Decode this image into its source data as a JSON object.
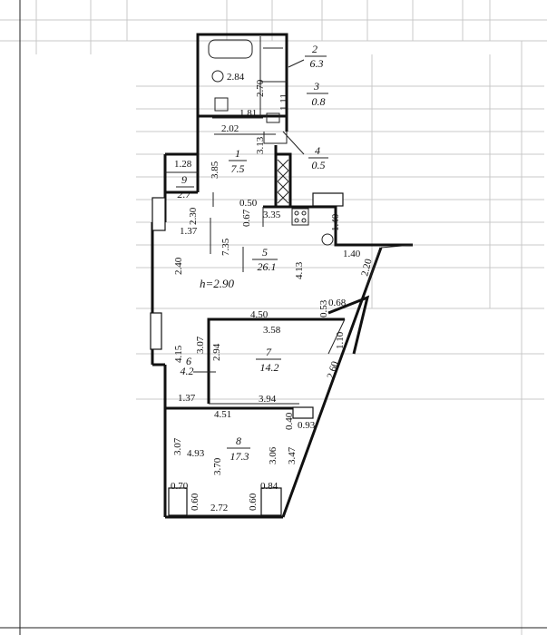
{
  "plan": {
    "ceiling_height": "h=2.90",
    "rooms": [
      {
        "id": "room-2",
        "number": "2",
        "area": "6.3"
      },
      {
        "id": "room-3",
        "number": "3",
        "area": "0.8"
      },
      {
        "id": "room-1",
        "number": "1",
        "area": "7.5"
      },
      {
        "id": "room-4",
        "number": "4",
        "area": "0.5"
      },
      {
        "id": "room-9",
        "number": "9",
        "area": "2.7"
      },
      {
        "id": "room-5",
        "number": "5",
        "area": "26.1"
      },
      {
        "id": "room-6",
        "number": "6",
        "area": "4.2"
      },
      {
        "id": "room-7",
        "number": "7",
        "area": "14.2"
      },
      {
        "id": "room-8",
        "number": "8",
        "area": "17.3"
      }
    ],
    "dimensions": [
      "2.84",
      "2.70",
      "1.11",
      "1.81",
      "2.02",
      "3.13",
      "3.85",
      "1.28",
      "2.30",
      "0.50",
      "0.67",
      "3.35",
      "1.40",
      "1.37",
      "7.35",
      "1.40",
      "2.20",
      "2.40",
      "4.13",
      "4.50",
      "0.53",
      "0.68",
      "3.58",
      "1.10",
      "4.15",
      "3.07",
      "2.94",
      "2.60",
      "1.37",
      "3.94",
      "4.51",
      "0.40",
      "0.93",
      "3.07",
      "4.93",
      "3.70",
      "3.06",
      "3.47",
      "0.70",
      "0.60",
      "2.72",
      "0.60",
      "0.84"
    ]
  }
}
